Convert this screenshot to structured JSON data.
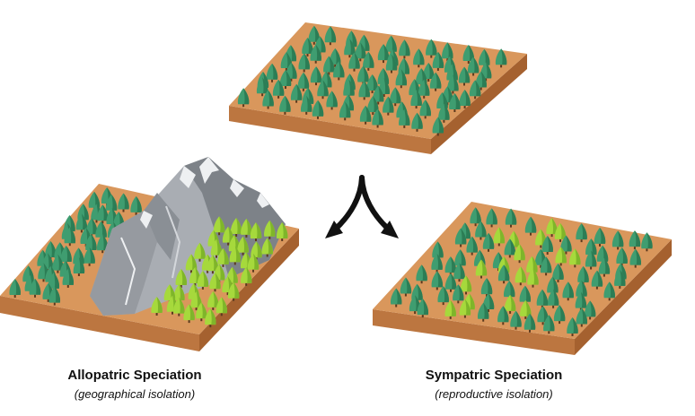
{
  "labels": {
    "allopatric_title": "Allopatric Speciation",
    "allopatric_subtitle": "(geographical isolation)",
    "sympatric_title": "Sympatric Speciation",
    "sympatric_subtitle": "(reproductive isolation)"
  },
  "colors": {
    "soil_top": "#d9975c",
    "soil_front": "#bc7640",
    "soil_side": "#a5612f",
    "tree_original": "#3f9d70",
    "tree_original_shade": "#2c7d55",
    "tree_new": "#a6d93c",
    "tree_new_shade": "#7fb52a",
    "mountain": "#a9adb3",
    "mountain_shade": "#7d8288",
    "mountain_snow": "#eef0f2",
    "arrow": "#111111"
  }
}
